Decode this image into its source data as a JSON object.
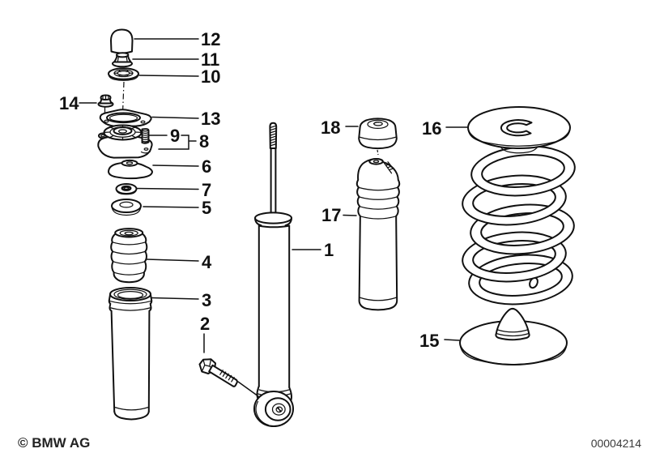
{
  "colors": {
    "ink": "#111111",
    "background": "#ffffff"
  },
  "diagram": {
    "copyright": "© BMW AG",
    "number": "00004214",
    "callouts": [
      {
        "label": "12"
      },
      {
        "label": "11"
      },
      {
        "label": "10"
      },
      {
        "label": "14"
      },
      {
        "label": "13"
      },
      {
        "label": "9"
      },
      {
        "label": "8"
      },
      {
        "label": "6"
      },
      {
        "label": "7"
      },
      {
        "label": "5"
      },
      {
        "label": "4"
      },
      {
        "label": "3"
      },
      {
        "label": "2"
      },
      {
        "label": "1"
      },
      {
        "label": "18"
      },
      {
        "label": "17"
      },
      {
        "label": "16"
      },
      {
        "label": "15"
      }
    ]
  }
}
